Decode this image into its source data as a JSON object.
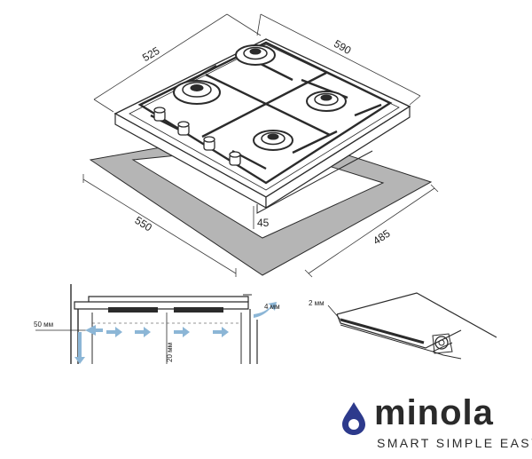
{
  "diagram": {
    "hob_dimensions": {
      "depth": "525",
      "width": "590",
      "height": "45"
    },
    "cutout_dimensions": {
      "width": "550",
      "depth": "485"
    },
    "installation_section": {
      "side_clearance": "50 мм",
      "front_gap": "4 мм",
      "bottom_clearance": "20 мм"
    },
    "seal_detail": {
      "thickness": "2 мм"
    },
    "colors": {
      "line": "#2b2b2b",
      "dimension_line": "#3a3a3a",
      "seal_band": "#b5b5b5",
      "airflow_arrow": "#8cb6d6",
      "brand_accent": "#2d3a8c"
    }
  },
  "brand": {
    "name": "minola",
    "slogan": "SMART SIMPLE EASY",
    "logo_icon": "drop-icon"
  }
}
